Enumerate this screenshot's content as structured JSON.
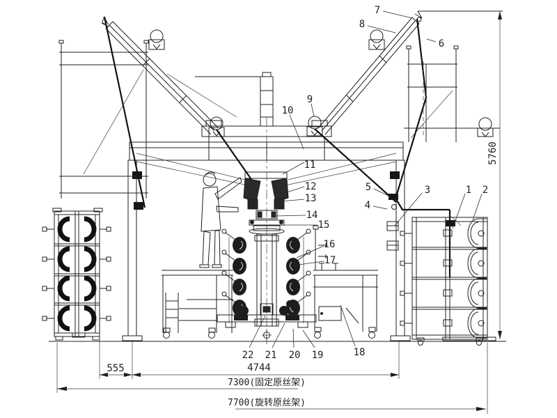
{
  "drawing": {
    "type": "mechanical elevation drawing",
    "colors": {
      "line": "#1f1f1f",
      "background": "#ffffff",
      "dark_fill": "#161616"
    }
  },
  "callouts": [
    {
      "label": "1"
    },
    {
      "label": "2"
    },
    {
      "label": "3"
    },
    {
      "label": "4"
    },
    {
      "label": "5"
    },
    {
      "label": "6"
    },
    {
      "label": "7"
    },
    {
      "label": "8"
    },
    {
      "label": "9"
    },
    {
      "label": "10"
    },
    {
      "label": "11"
    },
    {
      "label": "12"
    },
    {
      "label": "13"
    },
    {
      "label": "14"
    },
    {
      "label": "15"
    },
    {
      "label": "16"
    },
    {
      "label": "17"
    },
    {
      "label": "18"
    },
    {
      "label": "19"
    },
    {
      "label": "20"
    },
    {
      "label": "21"
    },
    {
      "label": "22"
    }
  ],
  "dimensions": {
    "width_short": {
      "label": "555"
    },
    "width_mid": {
      "label": "4744"
    },
    "width_fixed_creel": {
      "label": "7300(固定原丝架)"
    },
    "width_rotary_creel": {
      "label": "7700(旋转原丝架)"
    },
    "height_total": {
      "label": "5760"
    }
  }
}
